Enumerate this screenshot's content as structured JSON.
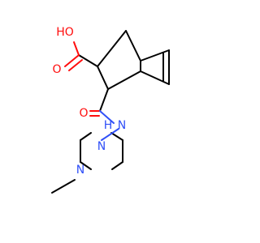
{
  "colors": {
    "carbon_bond": "#000000",
    "oxygen": "#ff0d0d",
    "nitrogen": "#3050f8",
    "background": "#ffffff"
  },
  "atoms": {
    "carboxyl_hydroxyl": "HO",
    "carboxyl_oxygen": "O",
    "amide_oxygen": "O",
    "amide_nitrogen_h": "H",
    "amide_nitrogen": "N",
    "piperazine_n1": "N",
    "piperazine_n4": "N"
  }
}
